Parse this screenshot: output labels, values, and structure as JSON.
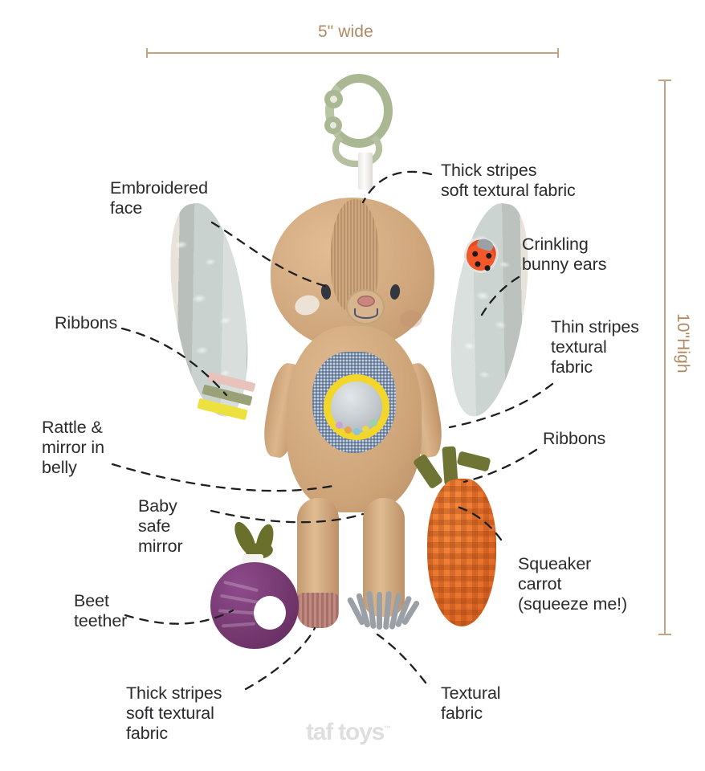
{
  "dimensions": {
    "width_label": "5\" wide",
    "height_label": "10\"High",
    "line_color": "#c4a286",
    "text_color": "#b08a63"
  },
  "annotations": [
    {
      "id": "embroidered-face",
      "text": "Embroidered\nface"
    },
    {
      "id": "thick-stripes-top",
      "text": "Thick stripes\nsoft textural fabric"
    },
    {
      "id": "crinkling-bunny-ears",
      "text": "Crinkling\nbunny ears"
    },
    {
      "id": "thin-stripes-fabric",
      "text": "Thin stripes\ntextural\nfabric"
    },
    {
      "id": "ribbons-left",
      "text": "Ribbons"
    },
    {
      "id": "ribbons-right",
      "text": "Ribbons"
    },
    {
      "id": "rattle-mirror-belly",
      "text": "Rattle &\nmirror in\nbelly"
    },
    {
      "id": "baby-safe-mirror",
      "text": "Baby\nsafe\nmirror"
    },
    {
      "id": "beet-teether",
      "text": "Beet\nteether"
    },
    {
      "id": "squeaker-carrot",
      "text": "Squeaker\ncarrot\n(squeeze me!)"
    },
    {
      "id": "thick-stripes-bottom",
      "text": "Thick stripes\nsoft textural\nfabric"
    },
    {
      "id": "textural-fabric",
      "text": "Textural\nfabric"
    }
  ],
  "brand": {
    "name": "taf toys",
    "trademark": "™",
    "color": "#dedede"
  },
  "product": {
    "colors": {
      "plush_tan": "#cfa67c",
      "ear_fabric": "#ccd4d1",
      "clip_ring_green": "#a9b793",
      "mirror_ring_yellow": "#f2d629",
      "bib_gingham": "#c8d2de",
      "carrot_orange": "#e8702a",
      "beet_purple": "#6f3469",
      "leaf_green": "#6f7435",
      "foot_rose": "#c08a82",
      "shag_gray": "#9aa0a6",
      "ladybug_red": "#e8481d"
    }
  }
}
